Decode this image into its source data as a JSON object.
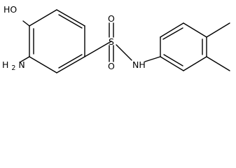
{
  "molecule": {
    "atoms": {
      "hydroxyl": "HO",
      "amine_h": "H",
      "amine_sub": "2",
      "amine_n": "N",
      "sulfur": "S",
      "oxygen_top": "O",
      "oxygen_bottom": "O",
      "nh_label": "NH"
    }
  }
}
